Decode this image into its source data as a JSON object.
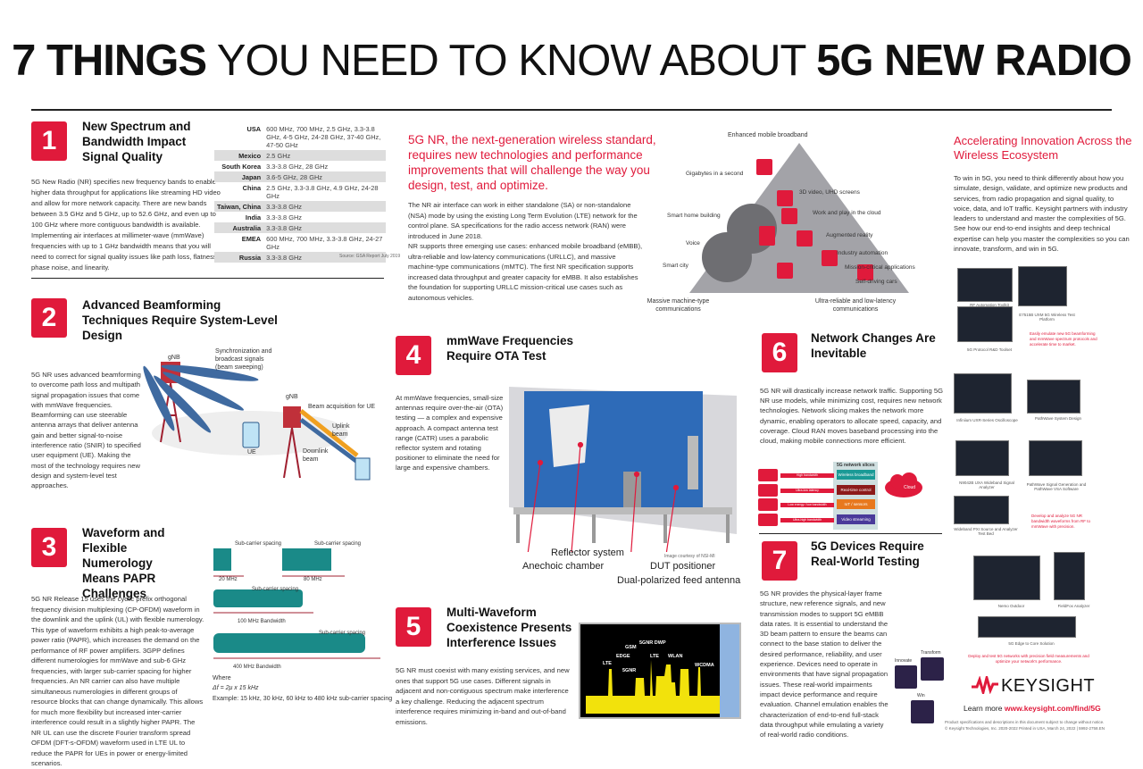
{
  "title": {
    "part1": "7 THINGS",
    "part2": " YOU NEED TO KNOW ABOUT ",
    "part3": "5G NEW RADIO"
  },
  "sections": [
    {
      "number": "1",
      "title": "New Spectrum and Bandwidth Impact Signal Quality",
      "body": "5G New Radio (NR) specifies new frequency bands to enable higher data throughput for applications like streaming HD video and allow for more network capacity. There are new bands between 3.5 GHz and 5 GHz, up to 52.6 GHz, and even up to 100 GHz where more contiguous bandwidth is available. Implementing air interfaces at millimeter-wave (mmWave) frequencies with up to 1 GHz bandwidth means that you will need to correct for signal quality issues like path loss, flatness, phase noise, and linearity."
    },
    {
      "number": "2",
      "title": "Advanced Beamforming Techniques Require System-Level Design",
      "body": "5G NR uses advanced beamforming to overcome path loss and multipath signal propagation issues that come with mmWave frequencies. Beamforming can use steerable antenna arrays that deliver antenna gain and better signal-to-noise interference ratio (SNIR) to specified user equipment (UE). Making the most of the technology requires new design and system-level test approaches."
    },
    {
      "number": "3",
      "title": "Waveform and Flexible Numerology Means PAPR Challenges",
      "body": "5G NR Release 15 uses the cyclic prefix orthogonal frequency division multiplexing (CP-OFDM) waveform in the downlink and the uplink (UL) with flexible numerology. This type of waveform exhibits a high peak-to-average power ratio (PAPR), which increases the demand on the performance of RF power amplifiers. 3GPP defines different numerologies for mmWave and sub-6 GHz frequencies, with larger sub-carrier spacing for higher frequencies. An NR carrier can also have multiple simultaneous numerologies in different groups of resource blocks that can change dynamically. This allows for much more flexibility but increased inter-carrier interference could result in a slightly higher PAPR. The NR UL can use the discrete Fourier transform spread OFDM (DFT-s-OFDM) waveform used in LTE UL to reduce the PAPR for UEs in power or energy-limited scenarios."
    },
    {
      "number": "4",
      "title": "mmWave Frequencies Require OTA Test",
      "body": "At mmWave frequencies, small-size antennas require over-the-air (OTA) testing — a complex and expensive approach. A compact antenna test range (CATR) uses a parabolic reflector system and rotating positioner to eliminate the need for large and expensive chambers."
    },
    {
      "number": "5",
      "title": "Multi-Waveform Coexistence Presents Interference Issues",
      "body": "5G NR must coexist with many existing services, and new ones that support 5G use cases. Different signals in adjacent and non-contiguous spectrum make interference a key challenge. Reducing the adjacent spectrum interference requires minimizing in-band and out-of-band emissions."
    },
    {
      "number": "6",
      "title": "Network Changes Are Inevitable",
      "body": "5G NR will drastically increase network traffic. Supporting 5G NR use models, while minimizing cost, requires new network technologies. Network slicing makes the network more dynamic, enabling operators to allocate speed, capacity, and coverage. Cloud RAN moves baseband processing into the cloud, making mobile connections more efficient."
    },
    {
      "number": "7",
      "title": "5G Devices Require Real-World Testing",
      "body": "5G NR provides the physical-layer frame structure, new reference signals, and new transmission modes to support 5G eMBB data rates. It is essential to understand the 3D beam pattern to ensure the beams can connect to the base station to deliver the desired performance, reliability, and user experience. Devices need to operate in environments that have signal propagation issues. These real-world impairments impact device performance and require evaluation. Channel emulation enables the characterization of end-to-end full-stack data throughput while emulating a variety of real-world radio conditions."
    }
  ],
  "spectrum_table": {
    "rows": [
      {
        "region": "USA",
        "bands": "600 MHz, 700 MHz, 2.5 GHz, 3.3-3.8 GHz, 4-5 GHz, 24-28 GHz, 37-40 GHz, 47-50 GHz"
      },
      {
        "region": "Mexico",
        "bands": "2.5 GHz"
      },
      {
        "region": "South Korea",
        "bands": "3.3-3.8 GHz, 28 GHz"
      },
      {
        "region": "Japan",
        "bands": "3.6-5 GHz, 28 GHz"
      },
      {
        "region": "China",
        "bands": "2.5 GHz, 3.3-3.8 GHz, 4.9 GHz, 24-28 GHz"
      },
      {
        "region": "Taiwan, China",
        "bands": "3.3-3.8 GHz"
      },
      {
        "region": "India",
        "bands": "3.3-3.8 GHz"
      },
      {
        "region": "Australia",
        "bands": "3.3-3.8 GHz"
      },
      {
        "region": "EMEA",
        "bands": "600 MHz, 700 MHz, 3.3-3.8 GHz, 24-27 GHz"
      },
      {
        "region": "Russia",
        "bands": "3.3-3.8 GHz"
      }
    ],
    "source": "Source: GSA Report July 2019"
  },
  "intro": {
    "headline": "5G NR, the next-generation wireless standard, requires new technologies and performance improvements that will challenge the way you design, test, and optimize.",
    "p1": "The NR air interface can work in either standalone (SA) or non-standalone (NSA) mode by using the existing Long Term Evolution (LTE) network for the control plane. SA specifications for the radio access network (RAN) were introduced in June 2018.",
    "p2": "NR supports three emerging use cases: enhanced mobile broadband (eMBB), ultra-reliable and low-latency communications (URLLC), and massive machine-type communications (mMTC). The first NR specification supports increased data throughput and greater capacity for eMBB. It also establishes the foundation for supporting URLLC mission-critical use cases such as autonomous vehicles."
  },
  "pyramid": {
    "top": "Enhanced mobile broadband",
    "left": "Massive machine-type communications",
    "right": "Ultra-reliable and low-latency communications",
    "labels": [
      "Gigabytes in a second",
      "3D video, UHD screens",
      "Smart home building",
      "Work and play in the cloud",
      "Augmented reality",
      "Voice",
      "Industry automation",
      "Smart city",
      "Mission-critical applications",
      "Self-driving cars"
    ]
  },
  "beamforming": {
    "gnb1": "gNB",
    "sync": "Synchronization and broadcast signals (beam sweeping)",
    "ue": "UE",
    "gnb2": "gNB",
    "acq": "Beam acquisition for UE",
    "uplink": "Uplink beam",
    "downlink": "Downlink beam"
  },
  "numerology": {
    "scs": "Sub-carrier spacing",
    "bw20": "20 MHz",
    "bw80": "80 MHz",
    "bw100": "100 MHz Bandwidth",
    "bw400": "400 MHz Bandwidth",
    "where": "Where",
    "formula": "Δf = 2μ x 15 kHz",
    "example": "Example: 15 kHz, 30 kHz, 60 kHz to 480 kHz sub-carrier spacing"
  },
  "ota": {
    "reflector": "Reflector system",
    "anechoic": "Anechoic chamber",
    "dut": "DUT positioner",
    "feed": "Dual-polarized feed antenna",
    "credit": "Image courtesy of NSI-MI"
  },
  "spectrum_labels": [
    "LTE",
    "GSM",
    "EDGE",
    "5GNR",
    "5GNR DWP",
    "LTE",
    "WLAN",
    "WCDMA"
  ],
  "slices": {
    "title": "5G network slices",
    "items": [
      {
        "name": "Wireless broadband",
        "arrow": "High bandwidth",
        "color": "#1a9a96"
      },
      {
        "name": "Real-time control",
        "arrow": "Ultra-low latency",
        "color": "#8c1a1a"
      },
      {
        "name": "IoT / sensors",
        "arrow": "Low energy / low bandwidth",
        "color": "#e8781e"
      },
      {
        "name": "Video streaming",
        "arrow": "Ultra-high bandwidth",
        "color": "#4a3a9a"
      }
    ],
    "cloud": "Cloud"
  },
  "itw": {
    "innovate": "Innovate",
    "transform": "Transform",
    "win": "Win"
  },
  "ecosystem": {
    "headline": "Accelerating Innovation Across the Wireless Ecosystem",
    "body": "To win in 5G, you need to think differently about how you simulate, design, validate, and optimize new products and services, from radio propagation and signal quality, to voice, data, and IoT traffic. Keysight partners with industry leaders to understand and master the complexities of 5G. See how our end-to-end insights and deep technical expertise can help you master the complexities so you can innovate, transform, and win in 5G.",
    "products": [
      "RF Automation Toolkit",
      "E7515B UXM 5G Wireless Test Platform",
      "5G Protocol R&D Toolset",
      "Infiniium UXR-Series Oscilloscope",
      "PathWave System Design",
      "N9042B UXA Wideband Signal Analyzer",
      "PathWave Signal Generation and PathWave VSA Software",
      "Wideband PXI Source and Analyzer Test Bed",
      "Nemo Outdoor",
      "FieldFox Analyzer",
      "5G Edge to Core Solution"
    ],
    "callout1": "Easily emulate new 5G beamforming and mmWave spectrum protocols and accelerate time to market.",
    "callout2": "Develop and analyze 5G NR bandwidth waveforms from RF to mmWave with precision.",
    "callout3": "Deploy and test 5G networks with precision field measurements and optimize your network's performance."
  },
  "footer": {
    "brand": "KEYSIGHT",
    "learn": "Learn more ",
    "url": "www.keysight.com/find/5G",
    "fine1": "Product specifications and descriptions in this document subject to change without notice.",
    "fine2": "© Keysight Technologies, Inc. 2020-2022 Printed in USA, March 24, 2022 | 5992-2758.EN"
  },
  "colors": {
    "accent": "#e01a3b",
    "text": "#222222"
  }
}
